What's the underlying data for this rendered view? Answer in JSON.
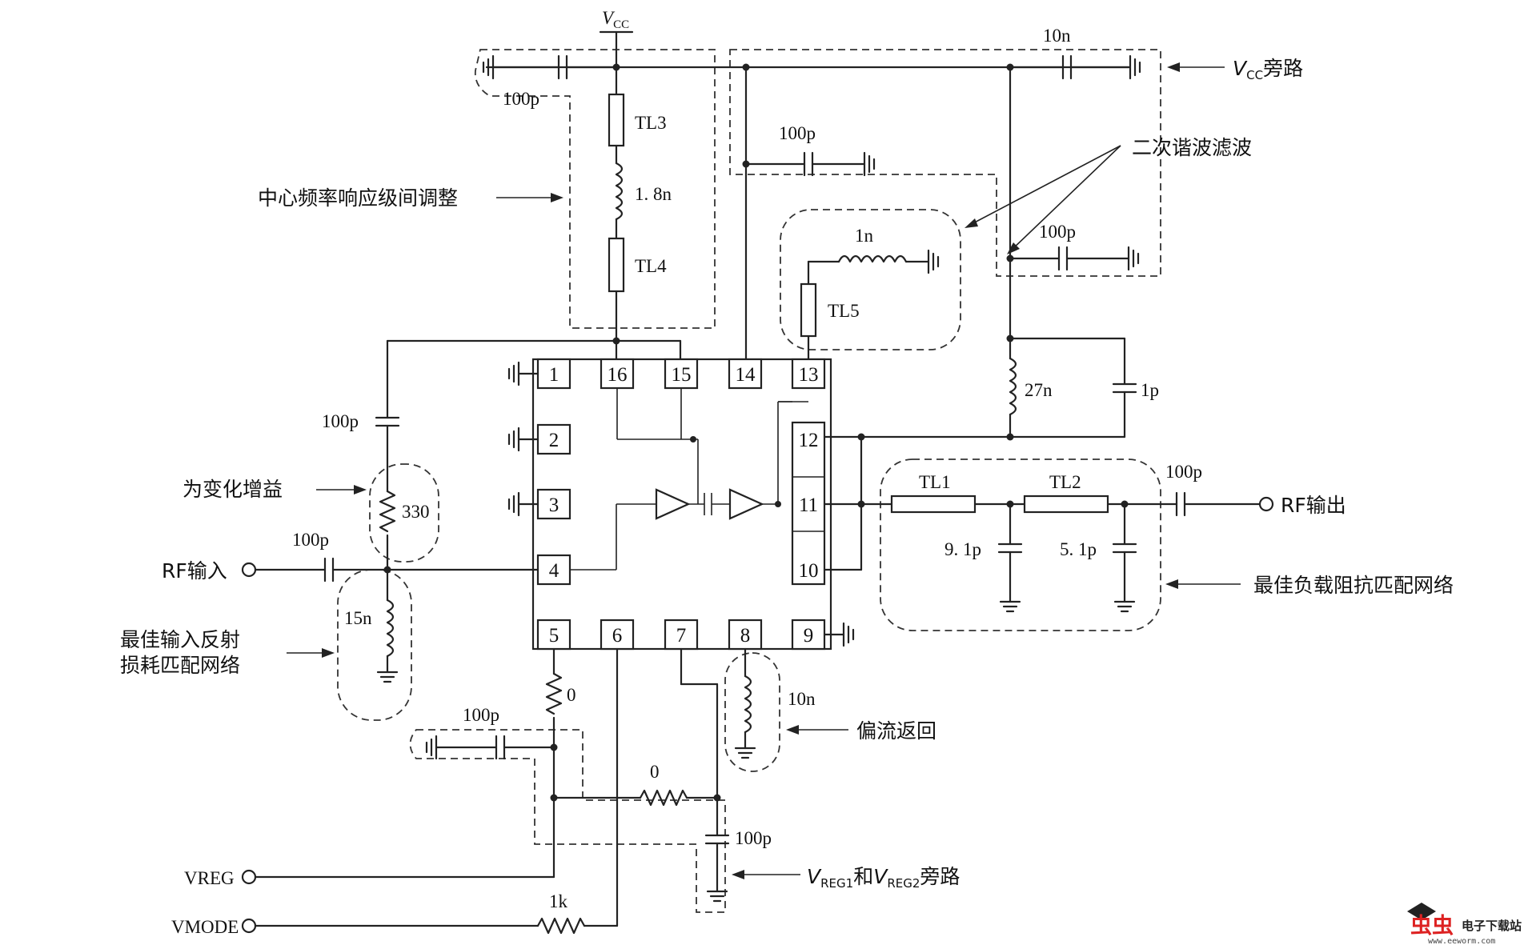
{
  "labels": {
    "vcc_main": "V",
    "vcc_main_sub": "CC",
    "c_10n_top": "10n",
    "c_100p_vcc_left": "100p",
    "tl3": "TL3",
    "l_1_8n": "1. 8n",
    "tl4": "TL4",
    "c_100p_mid": "100p",
    "c_100p_right": "100p",
    "l_1n": "1n",
    "tl5": "TL5",
    "l_27n": "27n",
    "c_1p": "1p",
    "c_100p_gain": "100p",
    "r_330": "330",
    "c_100p_rfin": "100p",
    "l_15n": "15n",
    "tl1": "TL1",
    "tl2": "TL2",
    "c_100p_out": "100p",
    "c_9_1p": "9. 1p",
    "c_5_1p": "5. 1p",
    "r_0_pin5": "0",
    "c_100p_vreg": "100p",
    "r_0_bias": "0",
    "c_100p_pin7": "100p",
    "l_10n": "10n",
    "r_1k": "1k"
  },
  "ports": {
    "rf_in": "RF输入",
    "rf_out": "RF输出",
    "vreg": "VREG",
    "vmode": "VMODE"
  },
  "annotations": {
    "vcc_bypass_v": "V",
    "vcc_bypass_sub": "CC",
    "vcc_bypass_text": "旁路",
    "harmonic": "二次谐波滤波",
    "center_freq": "中心频率响应级间调整",
    "gain": "为变化增益",
    "input_match_1": "最佳输入反射",
    "input_match_2": "损耗匹配网络",
    "load_match": "最佳负载阻抗匹配网络",
    "bias_return": "偏流返回",
    "vreg_v1": "V",
    "vreg_sub1": "REG1",
    "vreg_and": "和",
    "vreg_v2": "V",
    "vreg_sub2": "REG2",
    "vreg_text": "旁路"
  },
  "pins": [
    "1",
    "2",
    "3",
    "4",
    "5",
    "6",
    "7",
    "8",
    "9",
    "10",
    "11",
    "12",
    "13",
    "14",
    "15",
    "16"
  ],
  "watermark": {
    "logo": "虫虫",
    "name": "电子下载站",
    "url": "www.eeworm.com"
  }
}
